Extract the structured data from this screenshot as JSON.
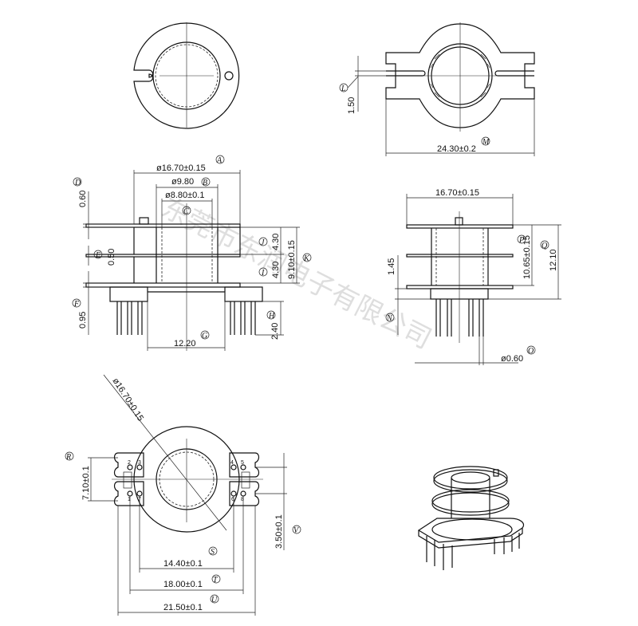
{
  "dimensions": {
    "dia_outer": "ø16.70±0.15",
    "dia_b": "ø9.80",
    "dia_c": "ø8.80±0.1",
    "d_060": "0.60",
    "e_050": "0.50",
    "f_095": "0.95",
    "g_1220": "12.20",
    "h_240": "2.40",
    "j_430": "4.30",
    "i_430": "4.30",
    "k_910": "9.10±0.15",
    "l_150": "1.50",
    "m_2430": "24.30±0.2",
    "side_1670": "16.70±0.15",
    "n_145": "1.45",
    "p_1065": "10.65±0.15",
    "q_1210": "12.10",
    "o_060": "ø0.60",
    "bot_dia": "ø16.70±0.15",
    "r_710": "7.10±0.1",
    "s_1440": "14.40±0.1",
    "t_1800": "18.00±0.1",
    "u_2150": "21.50±0.1",
    "v_350": "3.50±0.1"
  },
  "letters": {
    "A": "A",
    "B": "B",
    "C": "C",
    "D": "D",
    "E": "E",
    "F": "F",
    "G": "G",
    "H": "H",
    "I": "I",
    "J": "J",
    "K": "K",
    "L": "L",
    "M": "M",
    "N": "N",
    "O": "O",
    "P": "P",
    "Q": "Q",
    "R": "R",
    "S": "S",
    "T": "T",
    "U": "U",
    "V": "V"
  },
  "pins": {
    "p1": "1",
    "p2": "2",
    "p3": "3",
    "p4": "4",
    "p5": "5",
    "p6": "6",
    "p7": "7",
    "p8": "8"
  },
  "watermark": "东莞市东润电子有限公司"
}
